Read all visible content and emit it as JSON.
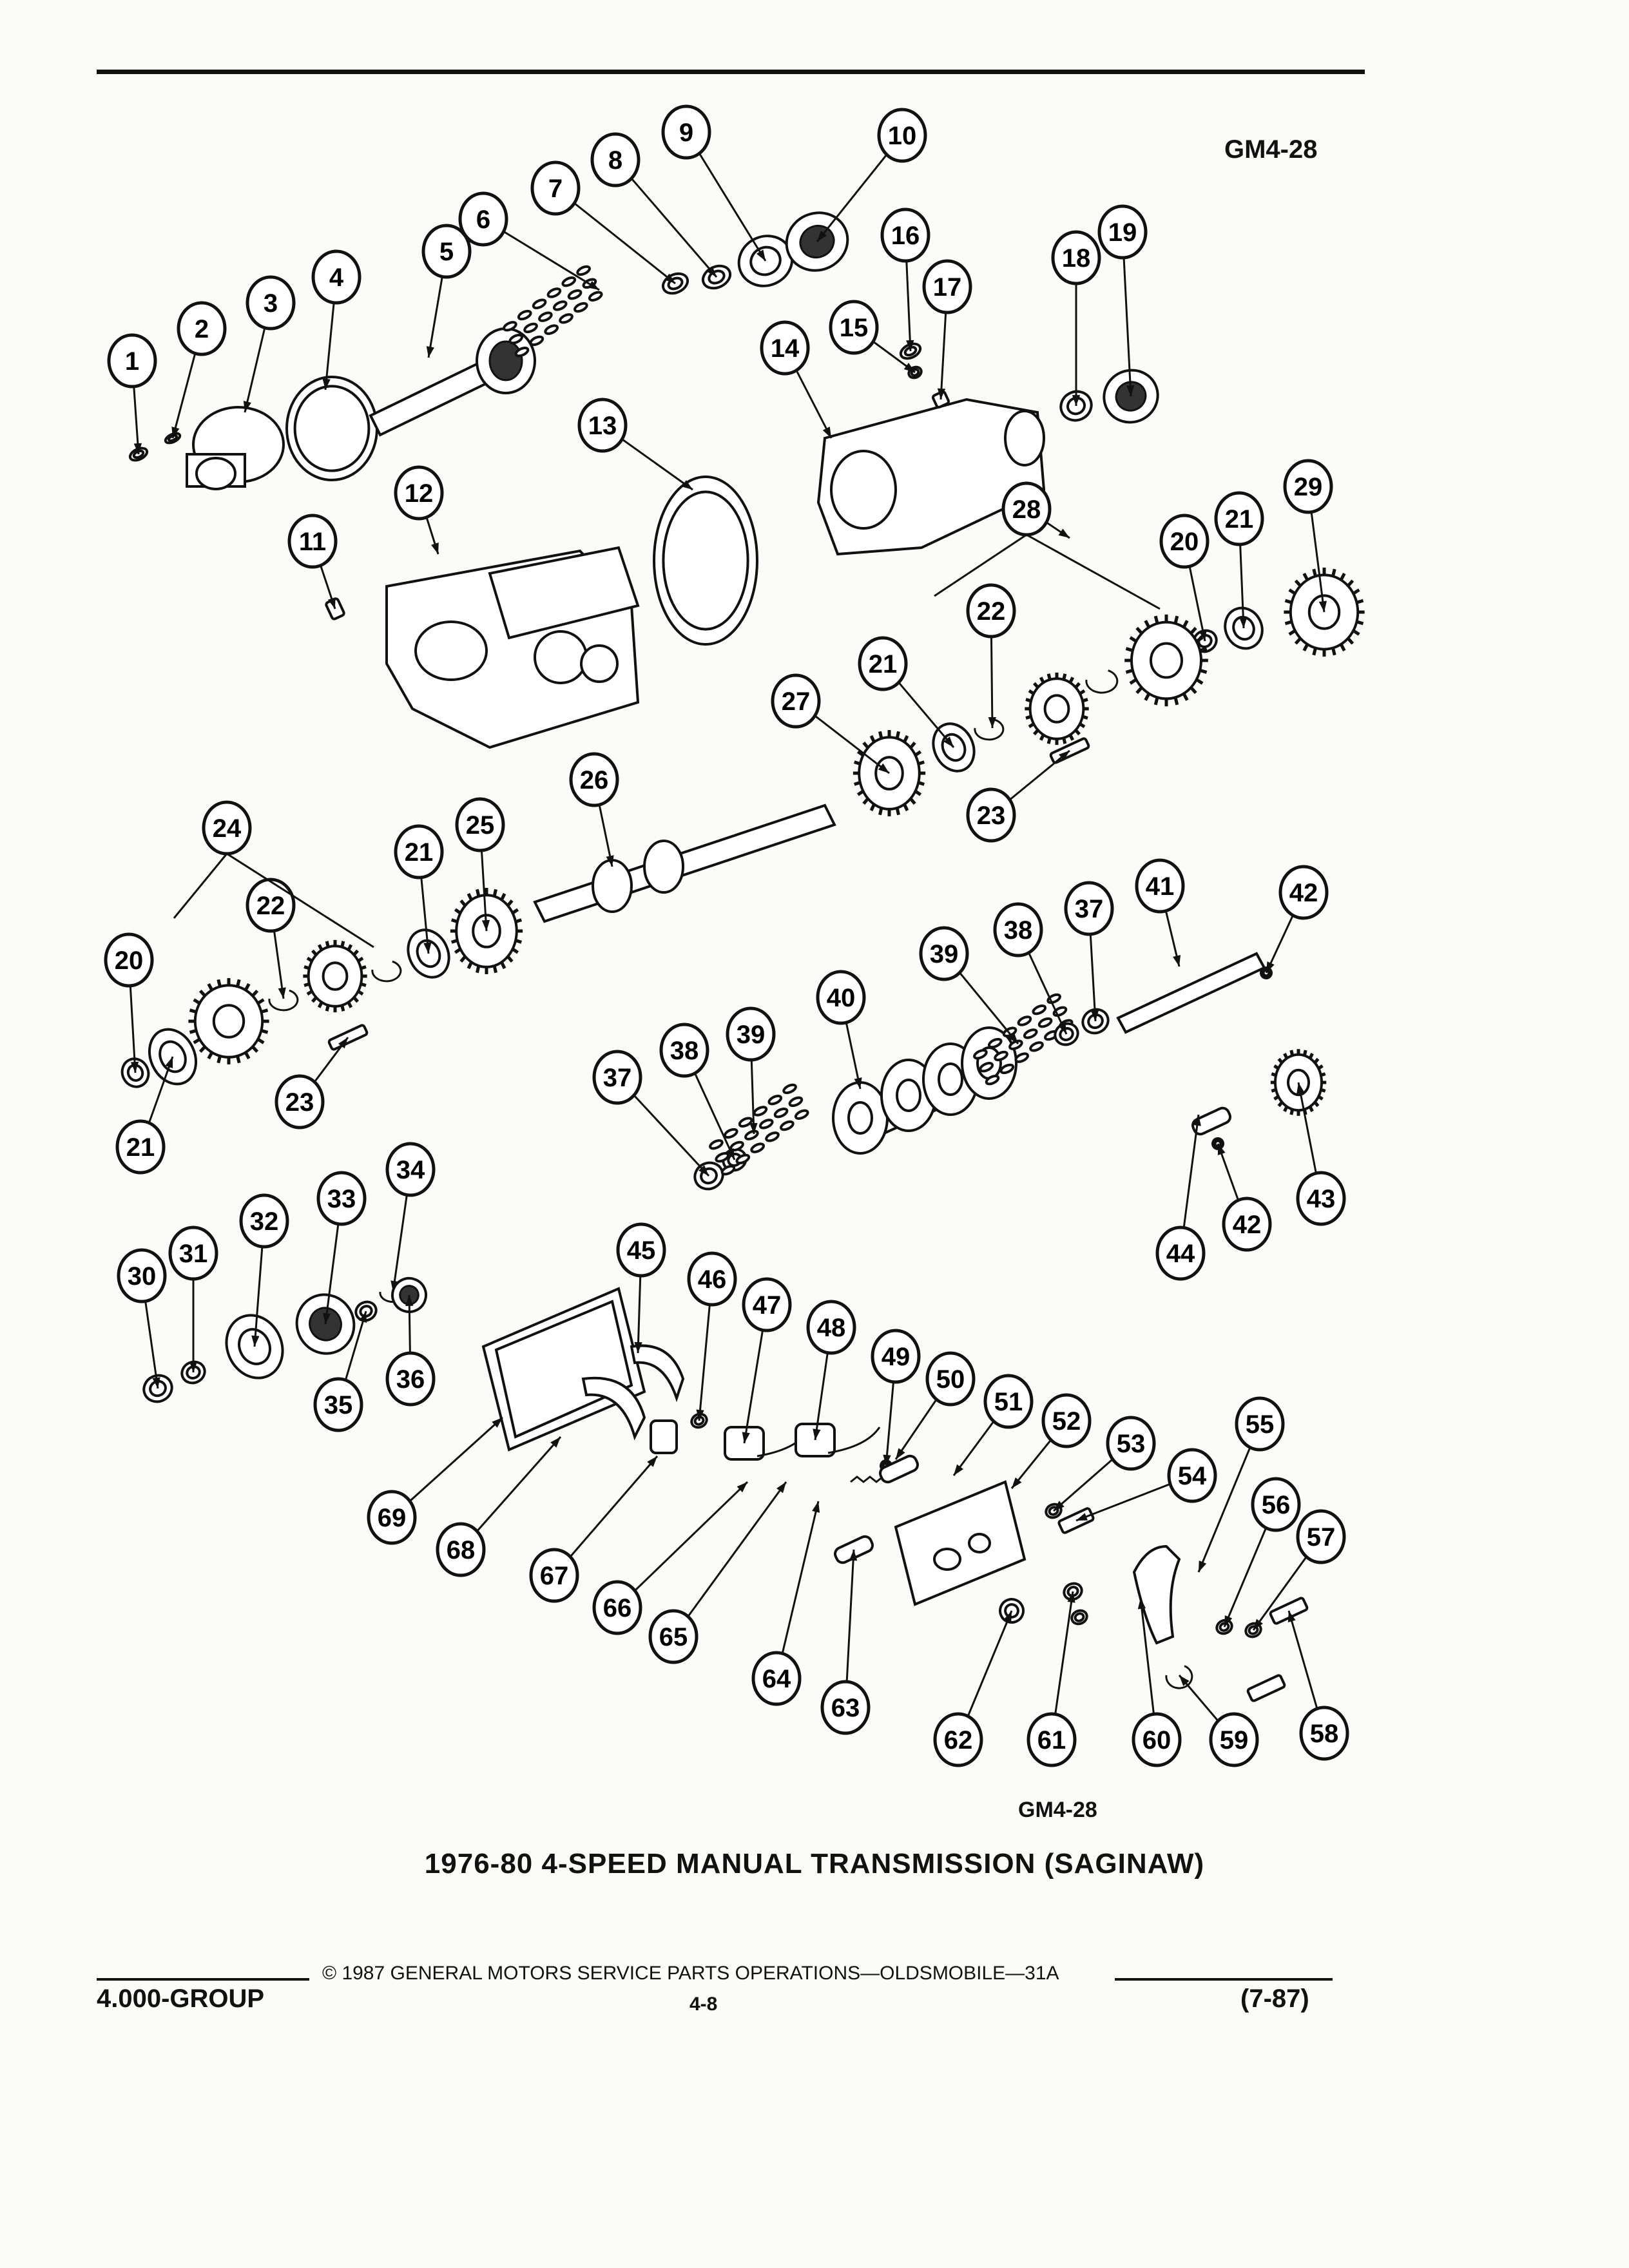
{
  "header": {
    "diagram_code_top": "GM4-28"
  },
  "diagram": {
    "diagram_code_bottom": "GM4-28",
    "caption": "1976-80 4-SPEED MANUAL TRANSMISSION (SAGINAW)",
    "callout_numbers": [
      "1",
      "2",
      "3",
      "4",
      "5",
      "6",
      "7",
      "8",
      "9",
      "10",
      "11",
      "12",
      "13",
      "14",
      "15",
      "16",
      "17",
      "18",
      "19",
      "20",
      "21",
      "22",
      "23",
      "24",
      "25",
      "26",
      "27",
      "28",
      "29",
      "30",
      "31",
      "32",
      "33",
      "34",
      "35",
      "36",
      "37",
      "38",
      "39",
      "40",
      "41",
      "42",
      "43",
      "44",
      "45",
      "46",
      "47",
      "48",
      "49",
      "50",
      "51",
      "52",
      "53",
      "54",
      "55",
      "56",
      "57",
      "58",
      "59",
      "60",
      "61",
      "62",
      "63",
      "64",
      "65",
      "66",
      "67",
      "68",
      "69"
    ],
    "repeated_callouts": [
      "20",
      "21",
      "21",
      "22",
      "23",
      "21",
      "37",
      "38",
      "39",
      "42"
    ]
  },
  "footer": {
    "copyright": "© 1987 GENERAL MOTORS SERVICE PARTS OPERATIONS—OLDSMOBILE—31A",
    "group_label": "4.000-GROUP",
    "page_number": "4-8",
    "revision": "(7-87)"
  }
}
